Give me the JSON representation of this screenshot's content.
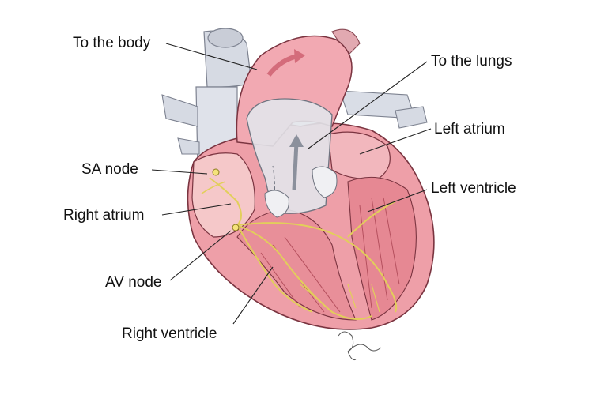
{
  "labels": {
    "to_the_body": "To the body",
    "to_the_lungs": "To the lungs",
    "left_atrium": "Left atrium",
    "left_ventricle": "Left ventricle",
    "sa_node": "SA node",
    "right_atrium": "Right atrium",
    "av_node": "AV node",
    "right_ventricle": "Right ventricle"
  },
  "colors": {
    "muscle": "#ec9aa3",
    "muscle_dark": "#c85a69",
    "vessel_gray": "#d9dde6",
    "conduction": "#e8d76a"
  }
}
